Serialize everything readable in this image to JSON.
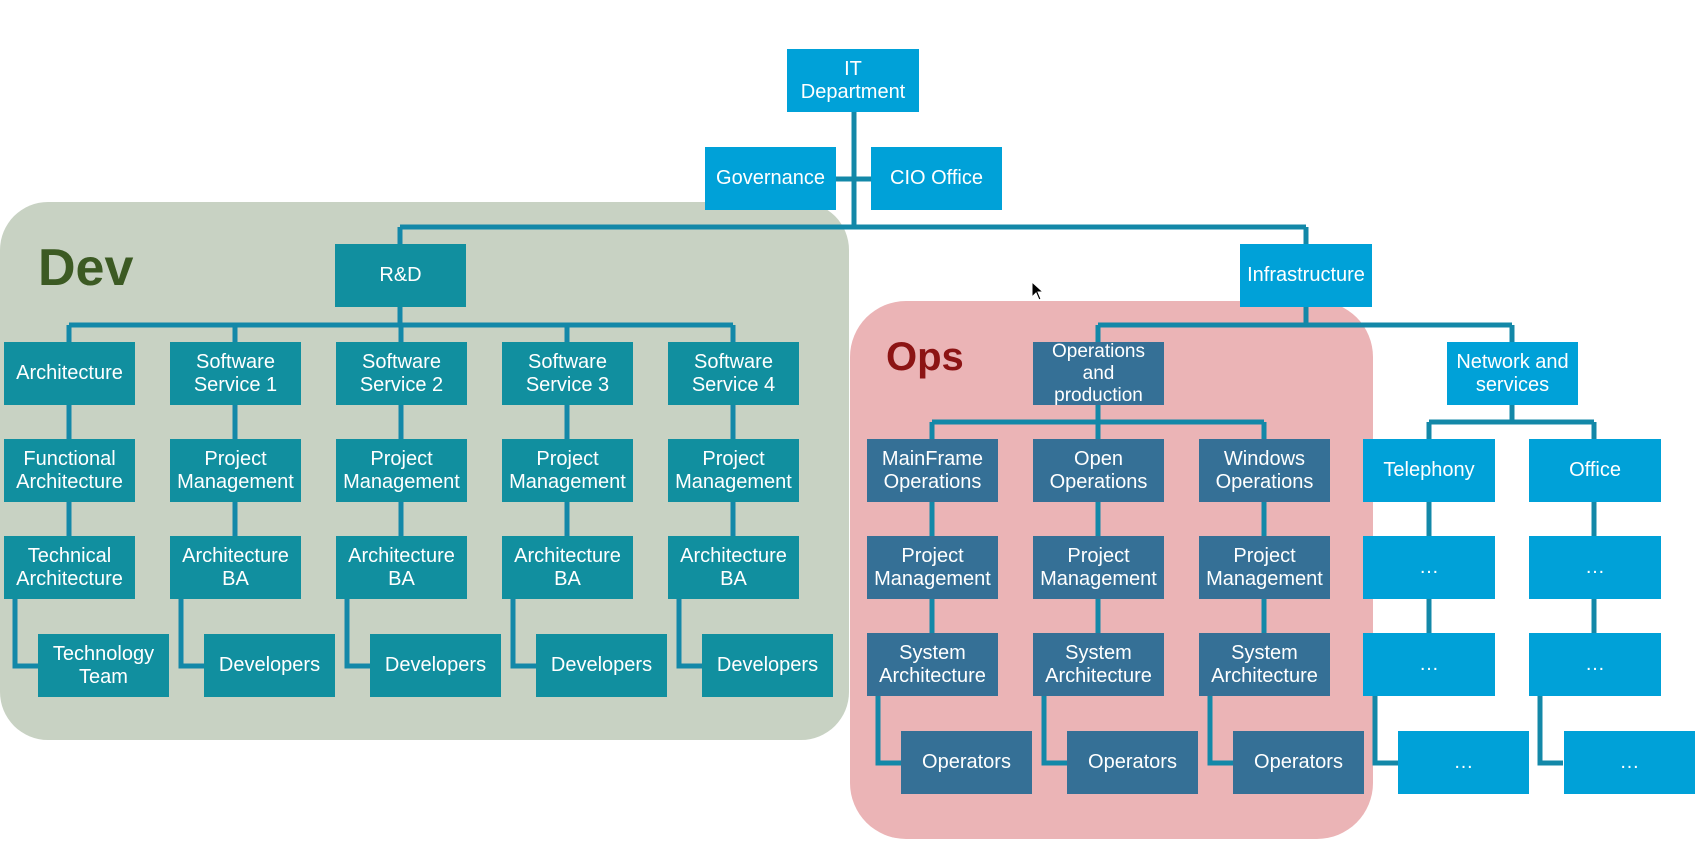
{
  "colors": {
    "connector": "#1388a8",
    "box_default": "#00a1d8",
    "box_dev": "#118f9f",
    "box_ops": "#357096",
    "dev_region_fill": "#c8d2c3",
    "ops_region_fill": "#ebb4b6",
    "dev_label": "#3c5a23",
    "ops_label": "#8c1414",
    "box_text": "#ffffff"
  },
  "regions": {
    "dev": {
      "label": "Dev"
    },
    "ops": {
      "label": "Ops"
    }
  },
  "nodes": {
    "it_department": "IT\nDepartment",
    "governance": "Governance",
    "cio_office": "CIO Office",
    "rnd": "R&D",
    "infrastructure": "Infrastructure",
    "architecture": "Architecture",
    "software_service_1": "Software\nService 1",
    "software_service_2": "Software\nService 2",
    "software_service_3": "Software\nService 3",
    "software_service_4": "Software\nService 4",
    "functional_architecture": "Functional\nArchitecture",
    "technical_architecture": "Technical\nArchitecture",
    "technology_team": "Technology\nTeam",
    "project_management_1": "Project\nManagement",
    "project_management_2": "Project\nManagement",
    "project_management_3": "Project\nManagement",
    "project_management_4": "Project\nManagement",
    "architecture_ba_1": "Architecture\nBA",
    "architecture_ba_2": "Architecture\nBA",
    "architecture_ba_3": "Architecture\nBA",
    "architecture_ba_4": "Architecture\nBA",
    "developers_1": "Developers",
    "developers_2": "Developers",
    "developers_3": "Developers",
    "developers_4": "Developers",
    "operations_and_production": "Operations\nand\nproduction",
    "mainframe_operations": "MainFrame\nOperations",
    "open_operations": "Open\nOperations",
    "windows_operations": "Windows\nOperations",
    "ops_project_management_1": "Project\nManagement",
    "ops_project_management_2": "Project\nManagement",
    "ops_project_management_3": "Project\nManagement",
    "system_architecture_1": "System\nArchitecture",
    "system_architecture_2": "System\nArchitecture",
    "system_architecture_3": "System\nArchitecture",
    "operators_1": "Operators",
    "operators_2": "Operators",
    "operators_3": "Operators",
    "network_and_services": "Network and\nservices",
    "telephony": "Telephony",
    "office": "Office",
    "telephony_sub_1": "…",
    "telephony_sub_2": "…",
    "telephony_sub_3": "…",
    "office_sub_1": "…",
    "office_sub_2": "…",
    "office_sub_3": "…"
  }
}
